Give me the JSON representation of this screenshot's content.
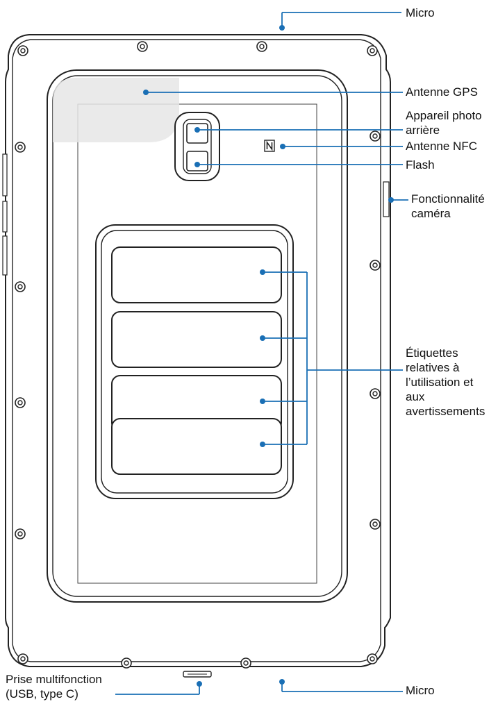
{
  "header": {
    "lead": "",
    "bold": "",
    "rest": ""
  },
  "labels": {
    "micro_top": "Micro",
    "gps": "Antenne GPS",
    "rear_camera_l1": "Appareil photo",
    "rear_camera_l2": "arrière",
    "nfc": "Antenne NFC",
    "flash": "Flash",
    "camera_key_l1": "Fonctionnalité",
    "camera_key_l2": "caméra",
    "etiquettes_l1": "Étiquettes",
    "etiquettes_l2": "relatives à",
    "etiquettes_l3": "l’utilisation et",
    "etiquettes_l4": "aux",
    "etiquettes_l5": "avertissements",
    "multiport_l1": "Prise multifonction",
    "multiport_l2": "(USB, type C)",
    "micro_bottom": "Micro"
  },
  "colors": {
    "callout": "#1a6fb5",
    "outline": "#222222",
    "gps_area": "#e6e6e6"
  },
  "icons": {
    "nfc": "nfc-icon"
  }
}
